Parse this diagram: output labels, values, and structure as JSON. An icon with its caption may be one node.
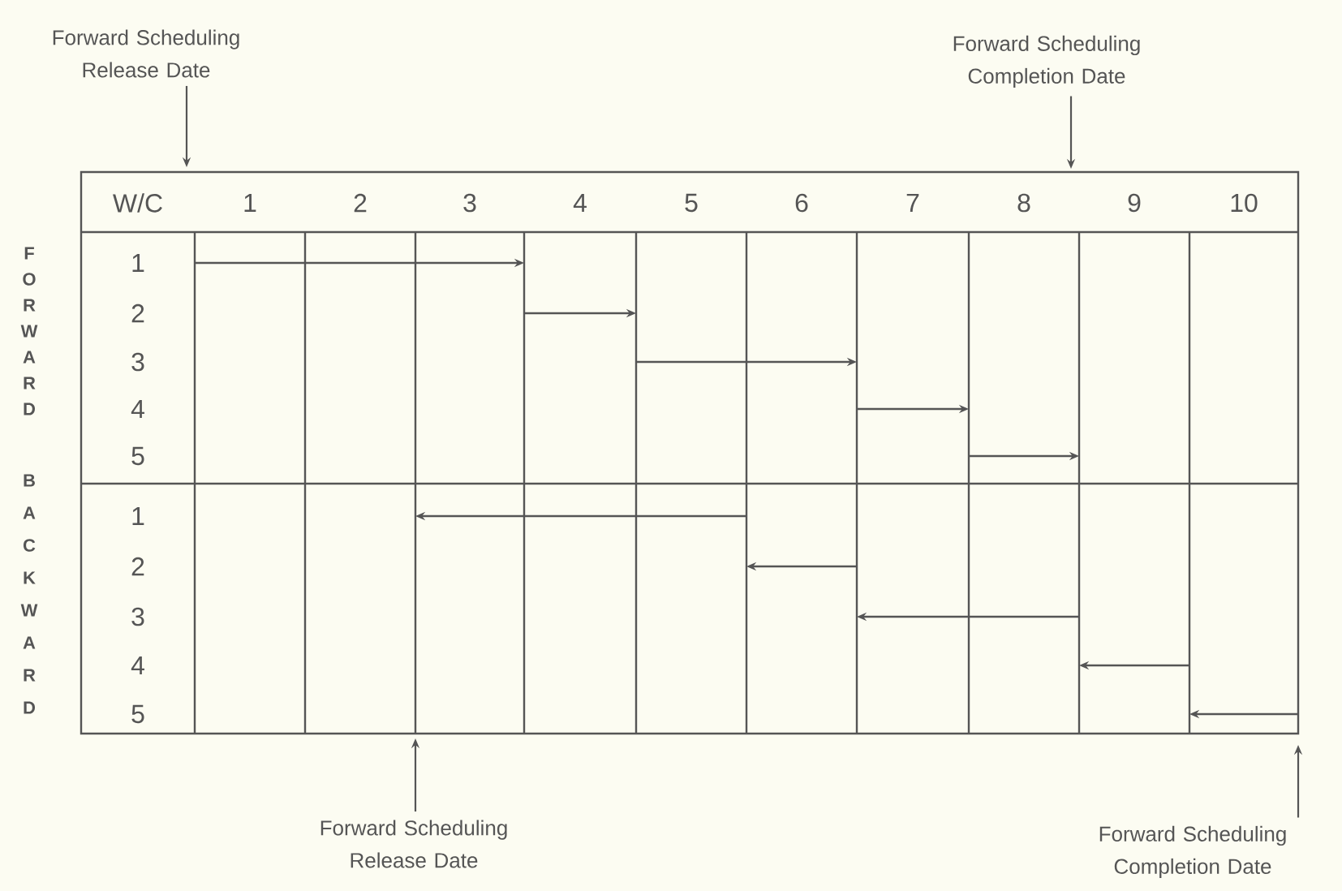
{
  "diagram": {
    "nodes": [
      {
        "text": [
          "Forward Scheduling Release Date"
        ]
      },
      {
        "text": [
          "Forward Scheduling Completion Date"
        ]
      },
      {
        "text": [
          "Forward Scheduling Release Date"
        ]
      },
      {
        "text": [
          "Forward Scheduling Completion Date"
        ]
      }
    ],
    "edges": [
      {
        "from": 0,
        "to": null,
        "arrow": "to"
      },
      {
        "from": 1,
        "to": null,
        "arrow": "to"
      },
      {
        "from": 2,
        "to": null,
        "arrow": "to"
      },
      {
        "from": 3,
        "to": null,
        "arrow": "to"
      }
    ],
    "labels": [
      "W/C",
      "1",
      "2",
      "3",
      "4",
      "5",
      "6",
      "7",
      "8",
      "9",
      "10",
      "FORWARD",
      "1",
      "2",
      "3",
      "4",
      "5",
      "BACKWARD",
      "1",
      "2",
      "3",
      "4",
      "5"
    ]
  }
}
